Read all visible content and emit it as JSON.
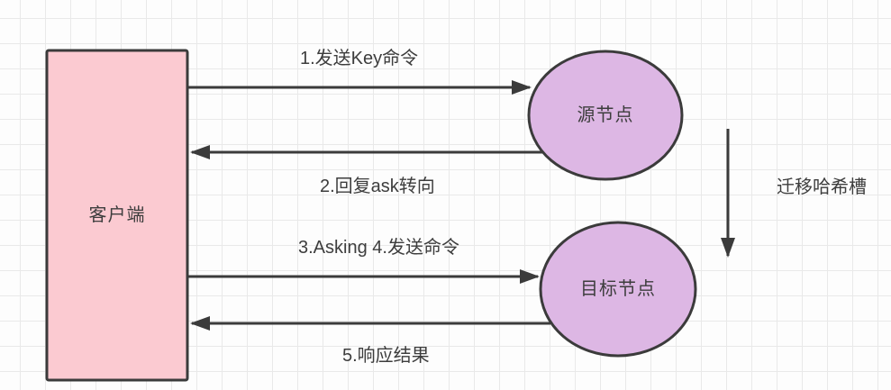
{
  "diagram": {
    "nodes": {
      "client": {
        "label": "客户端"
      },
      "source_node": {
        "label": "源节点"
      },
      "target_node": {
        "label": "目标节点"
      }
    },
    "edges": {
      "step1": {
        "label": "1.发送Key命令"
      },
      "step2": {
        "label": "2.回复ask转向"
      },
      "step3": {
        "label": "3.Asking 4.发送命令"
      },
      "step5": {
        "label": "5.响应结果"
      },
      "migrate": {
        "label": "迁移哈希槽"
      }
    },
    "colors": {
      "client_fill": "#fbcad1",
      "node_fill": "#ddb7e4",
      "stroke": "#3b3b3b",
      "grid": "#e9e9e9"
    }
  }
}
